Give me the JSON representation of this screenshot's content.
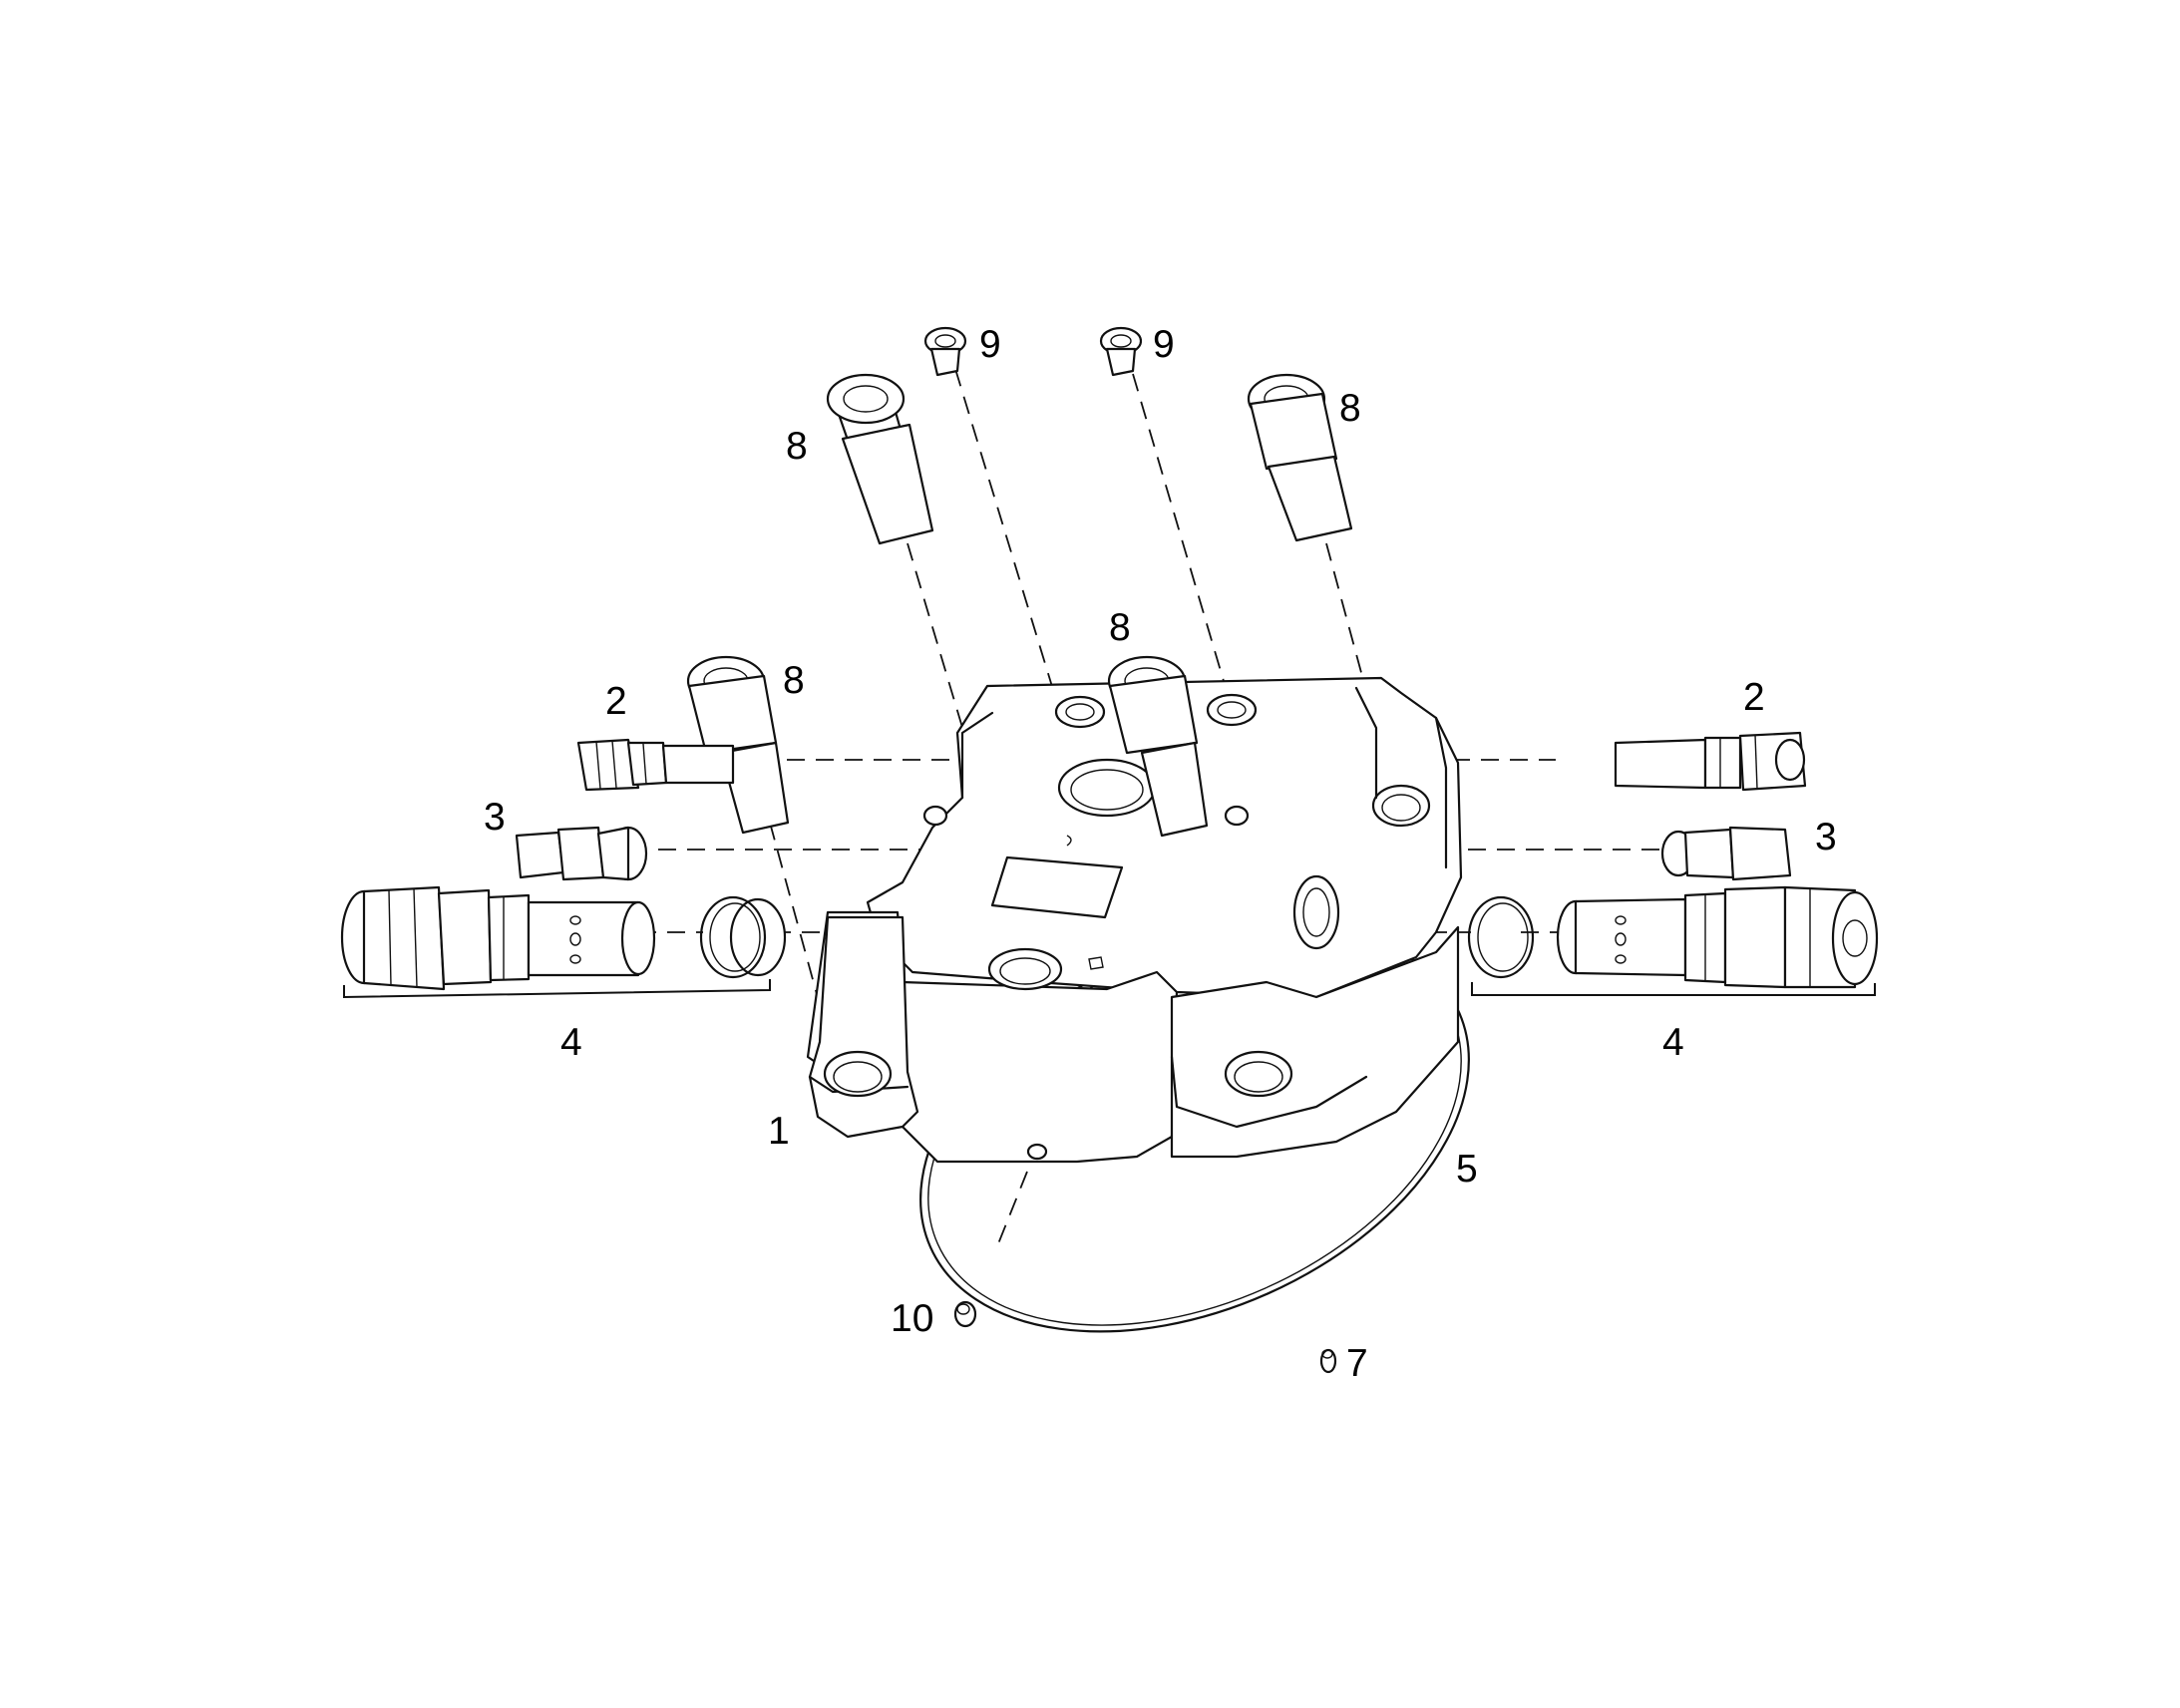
{
  "diagram": {
    "callouts": {
      "housing": "1",
      "cartridge_upper_left": "2",
      "cartridge_upper_right": "2",
      "plug_left": "3",
      "plug_right": "3",
      "valve_assembly_left": "4",
      "valve_assembly_right": "4",
      "large_o_ring": "5",
      "dowel_pin": "7",
      "screw_top_left": "8",
      "screw_top_right": "8",
      "screw_center": "8",
      "screw_left": "8",
      "small_plug_left": "9",
      "small_plug_right": "9",
      "pin_bottom": "10"
    }
  }
}
